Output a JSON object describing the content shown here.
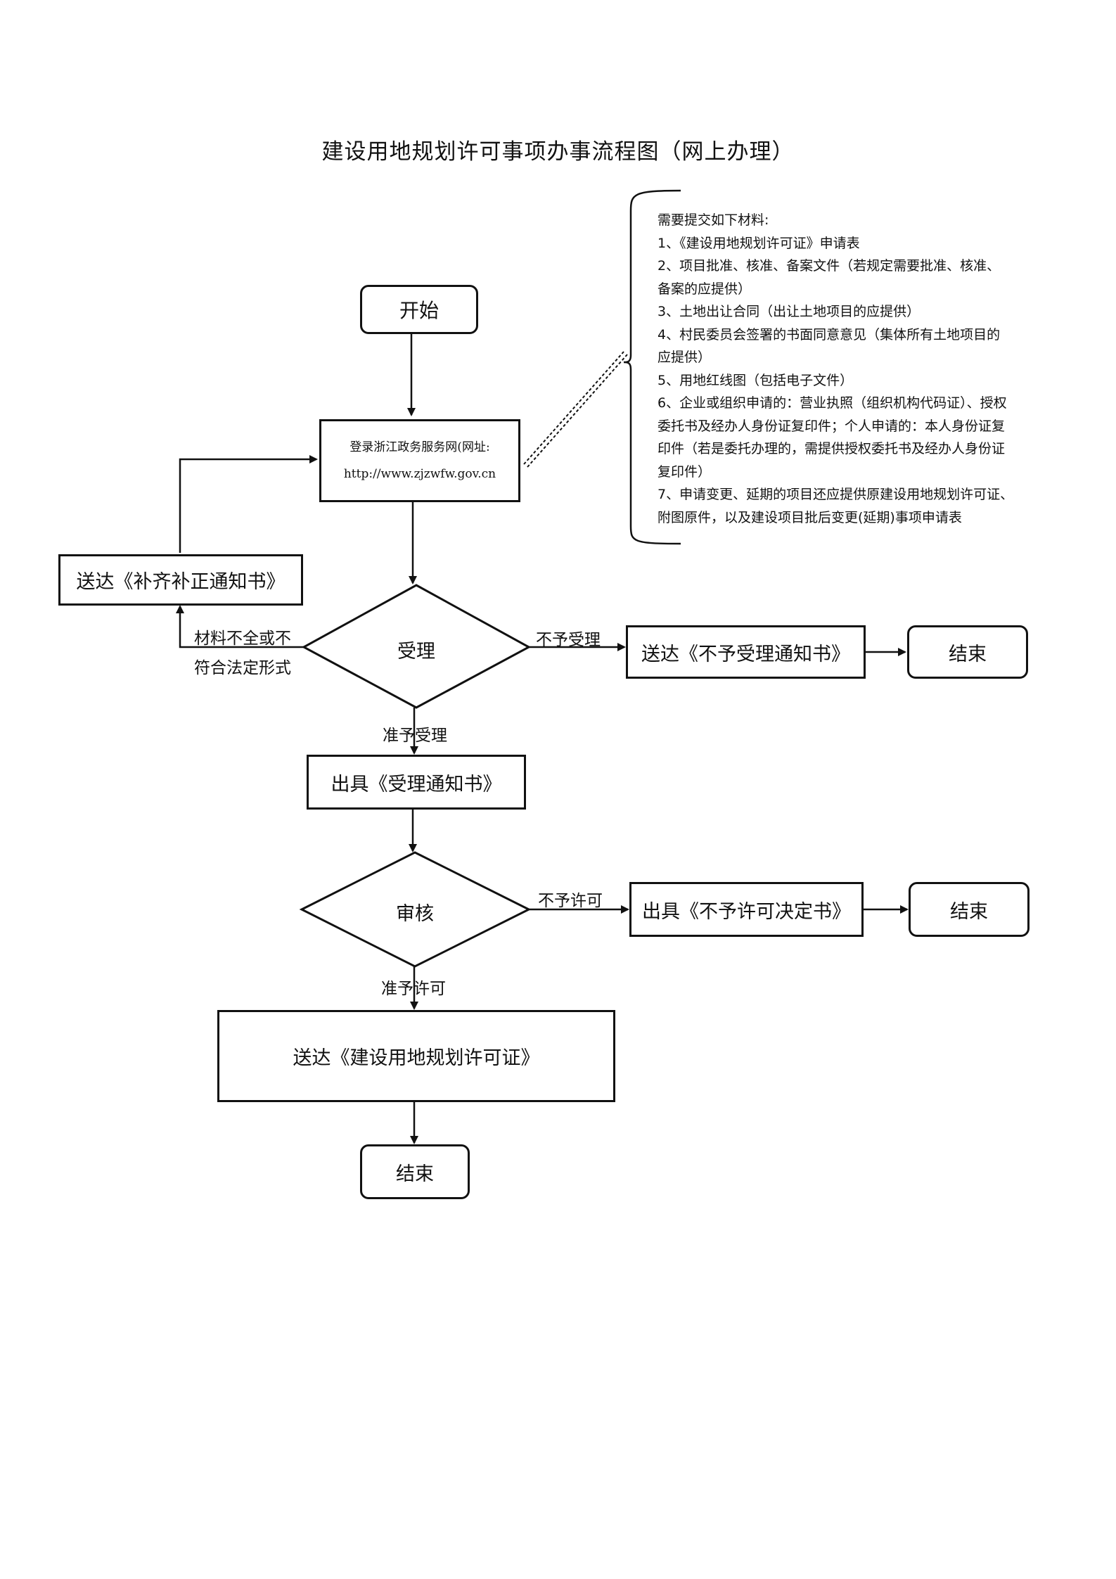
{
  "title": "建设用地规划许可事项办事流程图（网上办理）",
  "nodes": {
    "start": "开始",
    "login_line1": "登录浙江政务服务网(网址:",
    "login_line2": "http://www.zjzwfw.gov.cn",
    "supplement": "送达《补齐补正通知书》",
    "accept": "受理",
    "reject_notice": "送达《不予受理通知书》",
    "end": "结束",
    "accept_notice": "出具《受理通知书》",
    "review": "审核",
    "deny_decision": "出具《不予许可决定书》",
    "permit": "送达《建设用地规划许可证》"
  },
  "edge_labels": {
    "incomplete_line1": "材料不全或不",
    "incomplete_line2": "符合法定形式",
    "not_accepted": "不予受理",
    "accepted": "准予受理",
    "not_permitted": "不予许可",
    "permitted": "准予许可"
  },
  "materials": {
    "heading": "需要提交如下材料:",
    "lines": [
      "1、《建设用地规划许可证》申请表",
      "2、项目批准、核准、备案文件（若规定需要批准、核准、",
      "备案的应提供）",
      "3、土地出让合同（出让土地项目的应提供）",
      "4、村民委员会签署的书面同意意见（集体所有土地项目的",
      "应提供）",
      "5、用地红线图（包括电子文件）",
      "6、企业或组织申请的：营业执照（组织机构代码证）、授权",
      "委托书及经办人身份证复印件；个人申请的：本人身份证复",
      "印件（若是委托办理的，需提供授权委托书及经办人身份证",
      "复印件）",
      "7、申请变更、延期的项目还应提供原建设用地规划许可证、",
      "附图原件，以及建设项目批后变更(延期)事项申请表"
    ]
  }
}
